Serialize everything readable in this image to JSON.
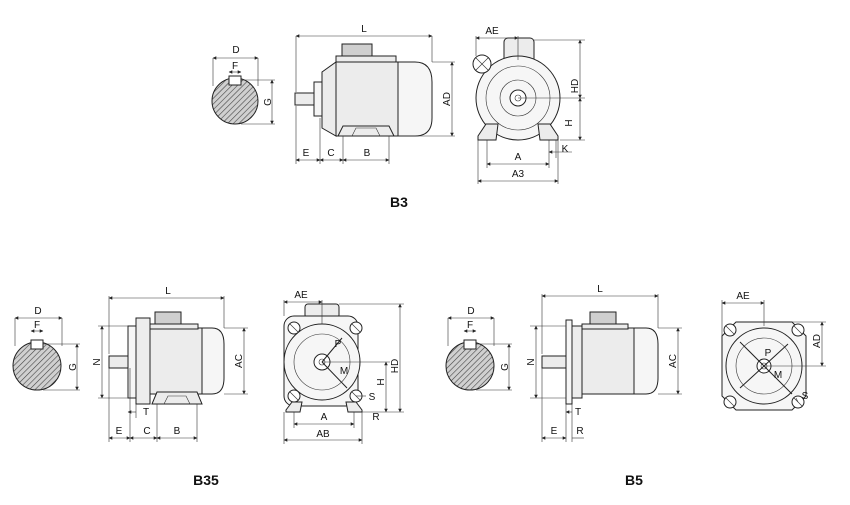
{
  "titles": {
    "b3": "B3",
    "b35": "B35",
    "b5": "B5"
  },
  "labels": {
    "D": "D",
    "F": "F",
    "G": "G",
    "L": "L",
    "AD": "AD",
    "E": "E",
    "C": "C",
    "B": "B",
    "AE": "AE",
    "HD": "HD",
    "H": "H",
    "A": "A",
    "A3": "A3",
    "K": "K",
    "N": "N",
    "T": "T",
    "AC": "AC",
    "P": "P",
    "M": "M",
    "S": "S",
    "R": "R",
    "AB": "AB"
  }
}
